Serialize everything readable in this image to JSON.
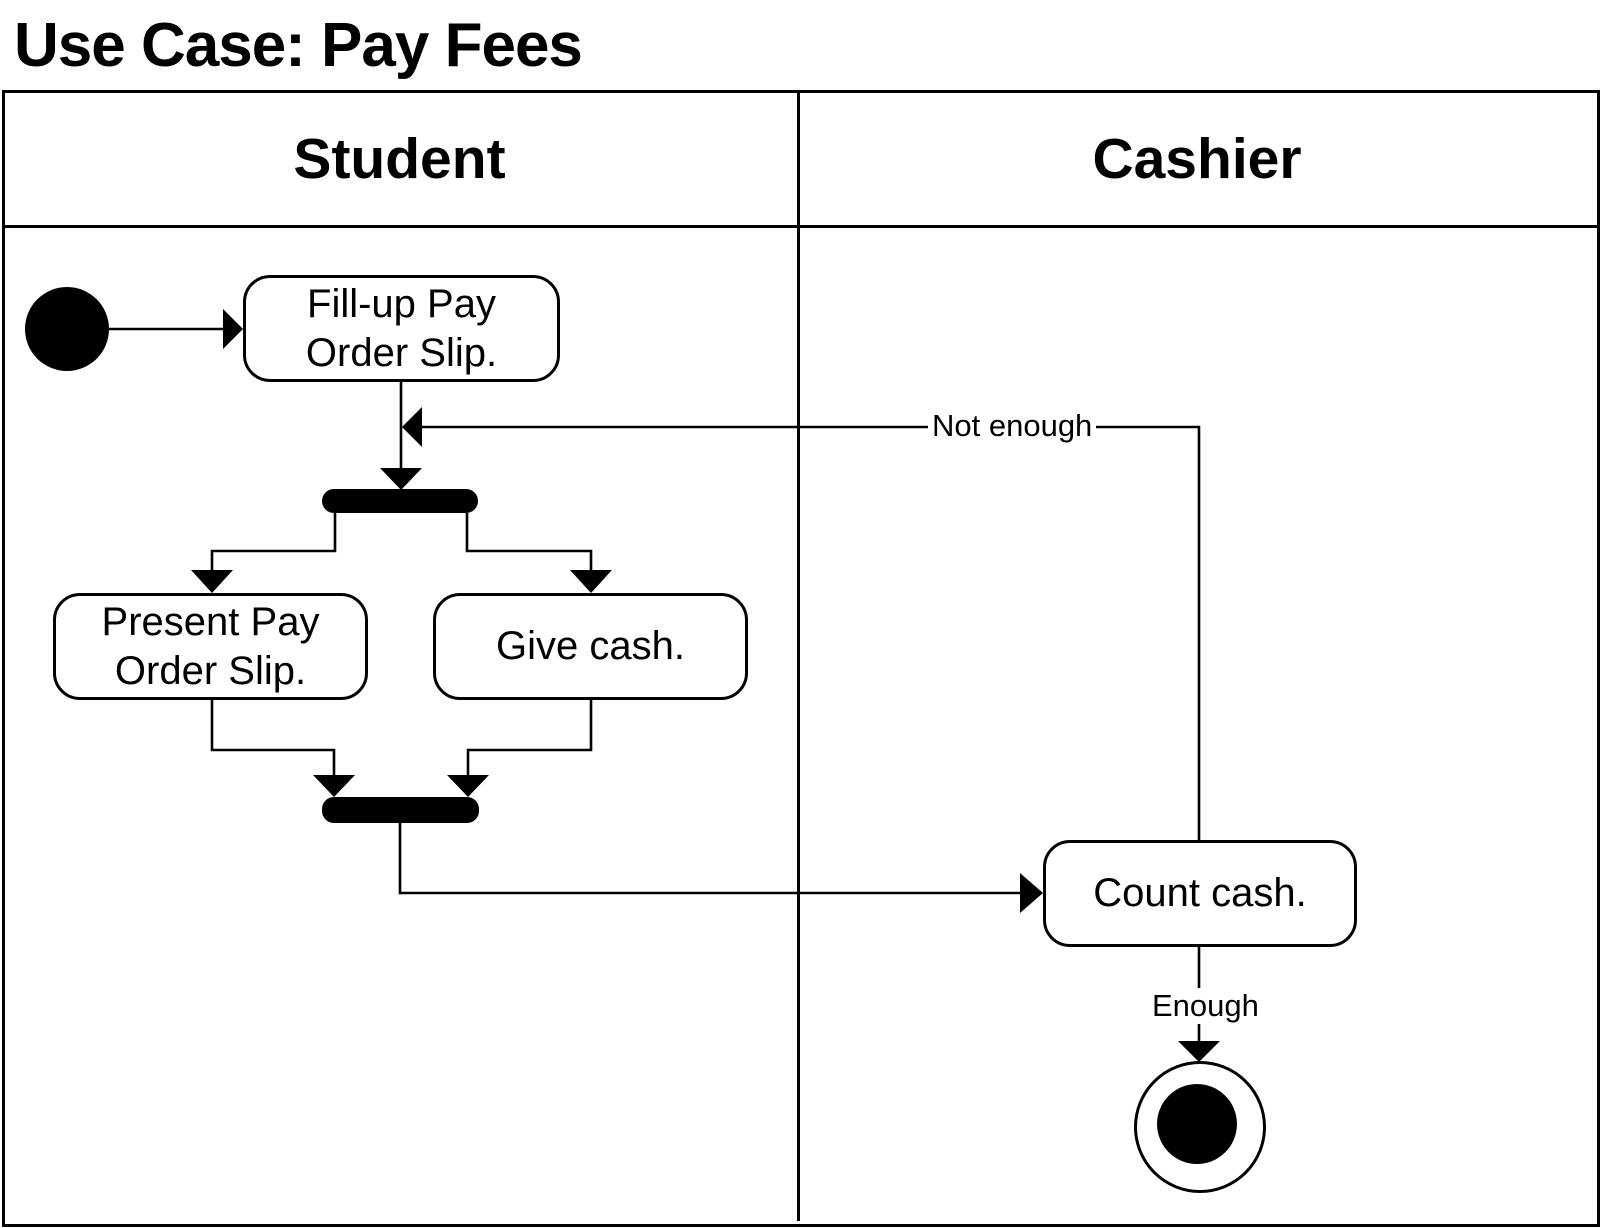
{
  "title": "Use Case: Pay Fees",
  "lanes": {
    "student": "Student",
    "cashier": "Cashier"
  },
  "nodes": {
    "fill_up": "Fill-up Pay Order Slip.",
    "present": "Present Pay Order Slip.",
    "give_cash": "Give cash.",
    "count_cash": "Count cash."
  },
  "edge_labels": {
    "not_enough": "Not enough",
    "enough": "Enough"
  },
  "colors": {
    "ink": "#000000",
    "background": "#ffffff"
  }
}
